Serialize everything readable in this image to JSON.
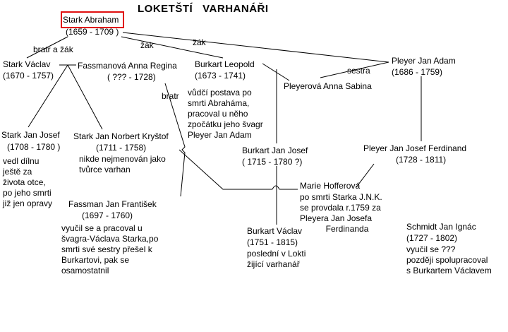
{
  "title": "LOKETŠTÍ   VARHANÁŘI",
  "colors": {
    "highlight": "#e01010",
    "line": "#000000",
    "text": "#000000"
  },
  "people": {
    "stark_abraham": {
      "name": "Stark Abraham",
      "years": "(1659 - 1709 )"
    },
    "stark_vaclav": {
      "name": "Stark Václav",
      "years": "(1670 - 1757)"
    },
    "fassmanova": {
      "name": "Fassmanová Anna Regina",
      "years": "( ??? - 1728)"
    },
    "burkart_leopold": {
      "name": "Burkart Leopold",
      "years": "(1673 - 1741)"
    },
    "pleyer_jan_adam": {
      "name": "Pleyer Jan Adam",
      "years": "(1686 - 1759)"
    },
    "pleyerova": {
      "name": "Pleyerová Anna Sabina"
    },
    "stark_jan_josef": {
      "name": "Stark Jan Josef",
      "years": "(1708 - 1780 )"
    },
    "stark_norbert": {
      "name": "Stark Jan Norbert Kryštof",
      "years": "(1711 - 1758)"
    },
    "burkart_jan_josef": {
      "name": "Burkart Jan Josef",
      "years": "( 1715 - 1780 ?)"
    },
    "pleyer_ferdinand": {
      "name": "Pleyer Jan Josef Ferdinand",
      "years": "(1728 - 1811)"
    },
    "fassman_frantisek": {
      "name": "Fassman Jan František",
      "years": "(1697 - 1760)"
    },
    "hofferova": {
      "name": "Marie Hofferová"
    },
    "burkart_vaclav": {
      "name": "Burkart Václav",
      "years": "(1751 - 1815)"
    },
    "schmidt": {
      "name": "Schmidt Jan Ignác",
      "years": "(1727 - 1802)"
    }
  },
  "relations": {
    "bratr_zak": "bratr a žák",
    "zak1": "žák",
    "zak2": "žák",
    "sestra": "sestra",
    "bratr": "bratr"
  },
  "notes": {
    "burkart_leopold": "vůdčí postava po\nsmrti Abraháma,\npracoval u něho\nzpočátku jeho švagr\nPleyer Jan Adam",
    "stark_jan_josef": "vedl dílnu\nještě za\nživota otce,\npo jeho smrti\njiž jen opravy",
    "stark_norbert": "nikde nejmenován jako\ntvůrce varhan",
    "hofferova": "po smrti Starka J.N.K.\nse provdala r.1759 za\nPleyera Jan Josefa\n           Ferdinanda",
    "fassman_frantisek": "vyučil se a pracoval u\nšvagra-Václava Starka,po\nsmrti své sestry přešel k\nBurkartovi, pak se\nosamostatnil",
    "burkart_vaclav": "poslední v Lokti\nžijící varhanář",
    "schmidt": "vyučil se ???\npozději spolupracoval\ns Burkartem Václavem"
  }
}
